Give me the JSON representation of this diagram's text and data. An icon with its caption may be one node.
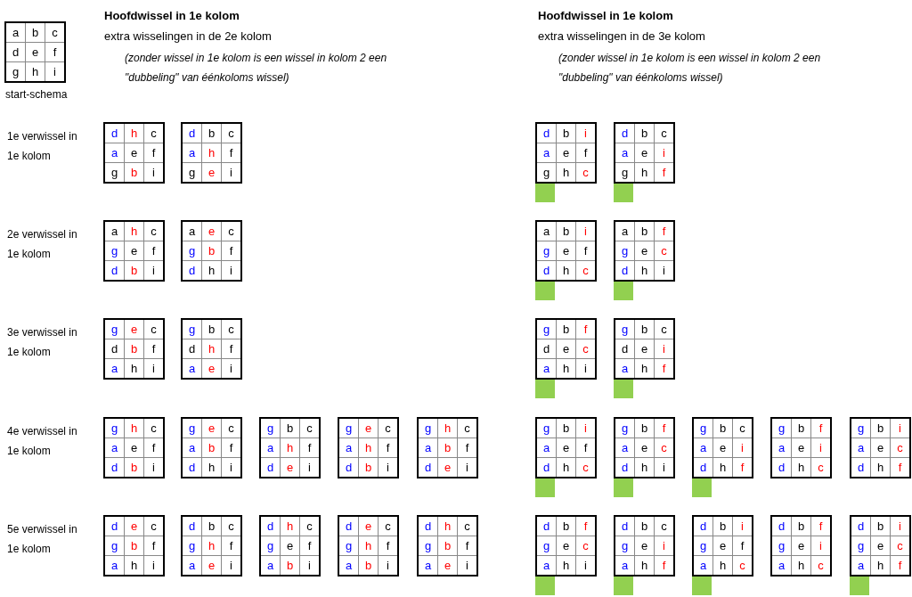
{
  "diagram": {
    "nodes": [
      {
        "text": [
          "a",
          "b",
          "c",
          "d",
          "e",
          "f",
          "g",
          "h",
          "i"
        ],
        "beside": [
          "start-schema"
        ]
      },
      {
        "text": [
          "d",
          "h",
          "c",
          "a",
          "e",
          "f",
          "g",
          "b",
          "i"
        ]
      },
      {
        "text": [
          "d",
          "b",
          "c",
          "a",
          "h",
          "f",
          "g",
          "e",
          "i"
        ]
      },
      {
        "text": [
          "d",
          "b",
          "i",
          "a",
          "e",
          "f",
          "g",
          "h",
          "c"
        ]
      },
      {
        "text": [],
        "shape": "bar"
      },
      {
        "text": [
          "d",
          "b",
          "c",
          "a",
          "e",
          "i",
          "g",
          "h",
          "f"
        ]
      },
      {
        "text": [],
        "shape": "bar"
      },
      {
        "text": [
          "a",
          "h",
          "c",
          "g",
          "e",
          "f",
          "d",
          "b",
          "i"
        ]
      },
      {
        "text": [
          "a",
          "e",
          "c",
          "g",
          "b",
          "f",
          "d",
          "h",
          "i"
        ]
      },
      {
        "text": [
          "a",
          "b",
          "i",
          "g",
          "e",
          "f",
          "d",
          "h",
          "c"
        ]
      },
      {
        "text": [],
        "shape": "bar"
      },
      {
        "text": [
          "a",
          "b",
          "f",
          "g",
          "e",
          "c",
          "d",
          "h",
          "i"
        ]
      },
      {
        "text": [],
        "shape": "bar"
      },
      {
        "text": [
          "g",
          "e",
          "c",
          "d",
          "b",
          "f",
          "a",
          "h",
          "i"
        ]
      },
      {
        "text": [
          "g",
          "b",
          "c",
          "d",
          "h",
          "f",
          "a",
          "e",
          "i"
        ]
      },
      {
        "text": [
          "g",
          "b",
          "f",
          "d",
          "e",
          "c",
          "a",
          "h",
          "i"
        ]
      },
      {
        "text": [],
        "shape": "bar"
      },
      {
        "text": [
          "g",
          "b",
          "c",
          "d",
          "e",
          "i",
          "a",
          "h",
          "f"
        ]
      },
      {
        "text": [],
        "shape": "bar"
      },
      {
        "text": [
          "g",
          "h",
          "c",
          "a",
          "e",
          "f",
          "d",
          "b",
          "i"
        ]
      },
      {
        "text": [
          "g",
          "e",
          "c",
          "a",
          "b",
          "f",
          "d",
          "h",
          "i"
        ]
      },
      {
        "text": [
          "g",
          "b",
          "c",
          "a",
          "h",
          "f",
          "d",
          "e",
          "i"
        ]
      },
      {
        "text": [
          "g",
          "e",
          "c",
          "a",
          "h",
          "f",
          "d",
          "b",
          "i"
        ]
      },
      {
        "text": [
          "g",
          "h",
          "c",
          "a",
          "b",
          "f",
          "d",
          "e",
          "i"
        ]
      },
      {
        "text": [
          "g",
          "b",
          "i",
          "a",
          "e",
          "f",
          "d",
          "h",
          "c"
        ]
      },
      {
        "text": [],
        "shape": "bar"
      },
      {
        "text": [
          "g",
          "b",
          "f",
          "a",
          "e",
          "c",
          "d",
          "h",
          "i"
        ]
      },
      {
        "text": [],
        "shape": "bar"
      },
      {
        "text": [
          "g",
          "b",
          "c",
          "a",
          "e",
          "i",
          "d",
          "h",
          "f"
        ]
      },
      {
        "text": [],
        "shape": "bar"
      },
      {
        "text": [
          "g",
          "b",
          "f",
          "a",
          "e",
          "i",
          "d",
          "h",
          "c"
        ]
      },
      {
        "text": [
          "g",
          "b",
          "i",
          "a",
          "e",
          "c",
          "d",
          "h",
          "f"
        ]
      },
      {
        "text": [
          "d",
          "e",
          "c",
          "g",
          "b",
          "f",
          "a",
          "h",
          "i"
        ]
      },
      {
        "text": [
          "d",
          "b",
          "c",
          "g",
          "h",
          "f",
          "a",
          "e",
          "i"
        ]
      },
      {
        "text": [
          "d",
          "h",
          "c",
          "g",
          "e",
          "f",
          "a",
          "b",
          "i"
        ]
      },
      {
        "text": [
          "d",
          "e",
          "c",
          "g",
          "h",
          "f",
          "a",
          "b",
          "i"
        ]
      },
      {
        "text": [
          "d",
          "h",
          "c",
          "g",
          "b",
          "f",
          "a",
          "e",
          "i"
        ]
      },
      {
        "text": [
          "d",
          "b",
          "f",
          "g",
          "e",
          "c",
          "a",
          "h",
          "i"
        ]
      },
      {
        "text": [],
        "shape": "bar"
      },
      {
        "text": [
          "d",
          "b",
          "c",
          "g",
          "e",
          "i",
          "a",
          "h",
          "f"
        ]
      },
      {
        "text": [],
        "shape": "bar"
      },
      {
        "text": [
          "d",
          "b",
          "i",
          "g",
          "e",
          "f",
          "a",
          "h",
          "c"
        ]
      },
      {
        "text": [],
        "shape": "bar"
      },
      {
        "text": [
          "d",
          "b",
          "f",
          "g",
          "e",
          "i",
          "a",
          "h",
          "c"
        ]
      },
      {
        "text": [
          "d",
          "b",
          "i",
          "g",
          "e",
          "c",
          "a",
          "h",
          "f"
        ]
      },
      {
        "text": [],
        "shape": "bar"
      }
    ],
    "labels": [
      "Hoofdwissel in 1e kolom",
      "extra wisselingen in de 2e kolom",
      "(zonder wissel in 1e kolom is een wissel in kolom 2 een \"dubbeling\" van éénkoloms wissel)",
      "Hoofdwissel in 1e kolom",
      "extra wisselingen in de 3e kolom",
      "(zonder wissel in 1e kolom is een wissel in kolom 2 een \"dubbeling\" van éénkoloms wissel)",
      "1e verwissel in 1e kolom",
      "2e verwissel in 1e kolom",
      "3e verwissel in 1e kolom",
      "4e verwissel in 1e kolom",
      "5e verwissel in 1e kolom"
    ]
  }
}
